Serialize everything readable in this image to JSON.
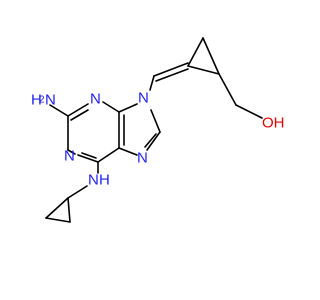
{
  "molecule": {
    "colors": {
      "bond": "#000000",
      "nitrogen": "#1f1ff0",
      "oxygen": "#e00000",
      "carbon": "#000000",
      "background": "#ffffff"
    },
    "labels": {
      "h2n": "H",
      "h2n_n": "N",
      "h2n_sub": "2",
      "n_pyr_top": "N",
      "n_pyr_bottom": "N",
      "n9": "N",
      "n7": "N",
      "nh": "N",
      "nh_h": "H",
      "oh": "OH"
    }
  }
}
